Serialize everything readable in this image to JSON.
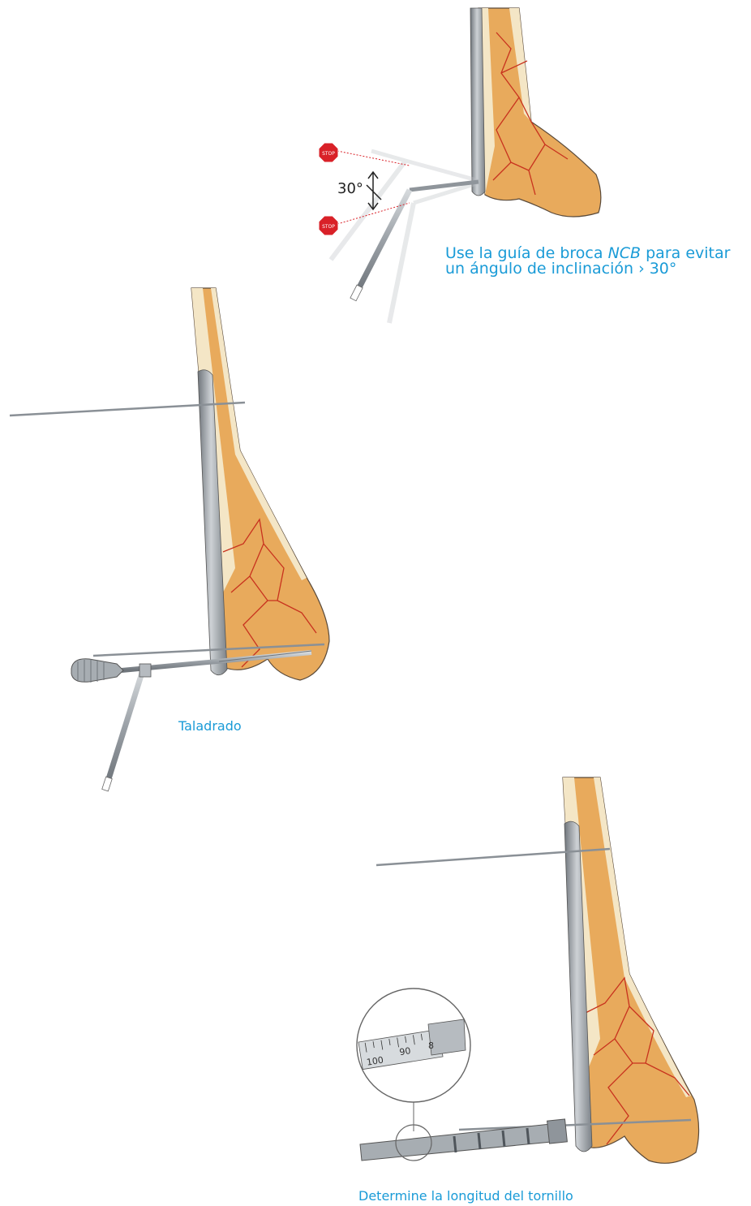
{
  "panels": [
    {
      "caption_before": "Use la guía de broca ",
      "caption_em": "NCB",
      "caption_after": " para evitar",
      "caption_line2": "un ángulo de inclinación › 30°",
      "angle_label": "30°",
      "stop_sign_text": "STOP"
    },
    {
      "caption": "Taladrado"
    },
    {
      "caption": "Determine la longitud del tornillo",
      "ruler_labels": [
        "100",
        "90",
        "8"
      ]
    }
  ],
  "colors": {
    "bone": "#e8aa5c",
    "cortex": "#f4e6c6",
    "fracture": "#c8321e",
    "plate": "#9aa0a6",
    "instrument": "#8f959b",
    "caption": "#1a9bd7",
    "stop": "#d92128"
  }
}
